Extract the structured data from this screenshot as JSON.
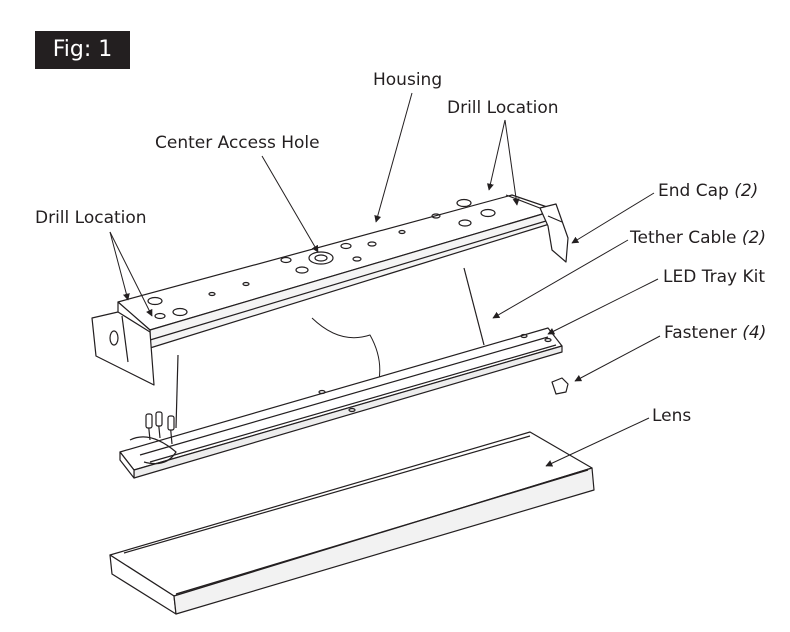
{
  "figure": {
    "label": "Fig: 1"
  },
  "callouts": {
    "housing": "Housing",
    "drill_location_right": "Drill Location",
    "center_access_hole": "Center Access Hole",
    "drill_location_left": "Drill Location",
    "end_cap": "End Cap",
    "end_cap_qty": "(2)",
    "tether_cable": "Tether Cable",
    "tether_cable_qty": "(2)",
    "led_tray_kit": "LED Tray Kit",
    "fastener": "Fastener",
    "fastener_qty": "(4)",
    "lens": "Lens"
  },
  "colors": {
    "ink": "#231f20",
    "badge_bg": "#231f20",
    "badge_text": "#ffffff"
  }
}
